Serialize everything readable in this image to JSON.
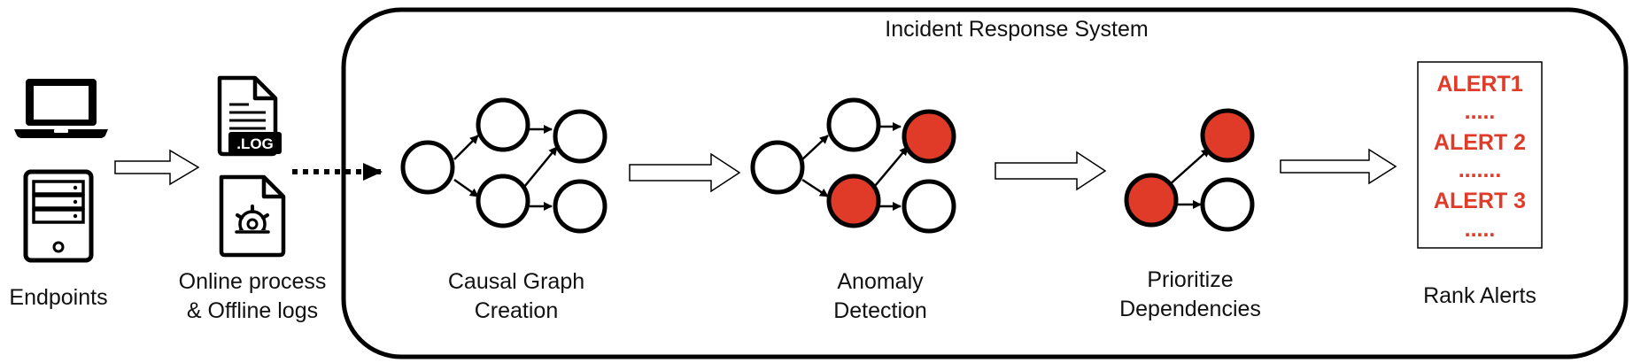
{
  "system": {
    "title": "Incident Response System"
  },
  "stages": {
    "endpoints": "Endpoints",
    "logs_line1": "Online process",
    "logs_line2": "& Offline logs",
    "causal_line1": "Causal Graph",
    "causal_line2": "Creation",
    "anomaly_line1": "Anomaly",
    "anomaly_line2": "Detection",
    "prioritize_line1": "Prioritize",
    "prioritize_line2": "Dependencies",
    "rank": "Rank Alerts"
  },
  "log_file": {
    "badge": ".LOG"
  },
  "alerts": {
    "items": [
      "ALERT1",
      ".....",
      "ALERT 2",
      ".......",
      "ALERT 3",
      "....."
    ]
  },
  "colors": {
    "alert": "#e03a28",
    "anomaly_fill": "#e03a28",
    "stroke": "#000000"
  }
}
